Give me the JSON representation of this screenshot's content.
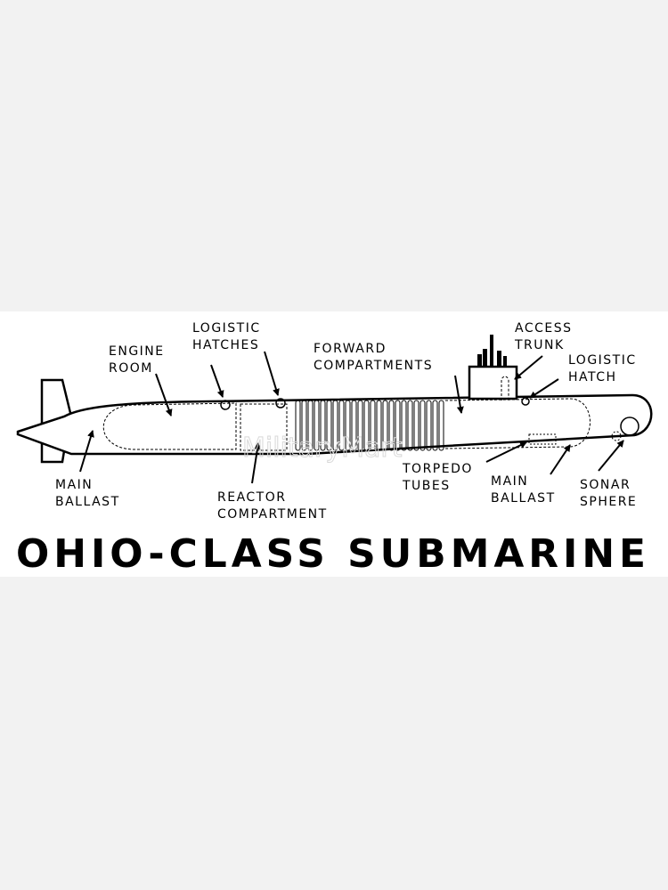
{
  "title": "OHIO-CLASS SUBMARINE",
  "watermark": "MilitaryMart",
  "labels": {
    "engine_room": [
      "ENGINE",
      "ROOM"
    ],
    "logistic_hatches": [
      "LOGISTIC",
      "HATCHES"
    ],
    "forward_compartments": [
      "FORWARD",
      "COMPARTMENTS"
    ],
    "access_trunk": [
      "ACCESS",
      "TRUNK"
    ],
    "logistic_hatch": [
      "LOGISTIC",
      "HATCH"
    ],
    "main_ballast_aft": [
      "MAIN",
      "BALLAST"
    ],
    "reactor_compartment": [
      "REACTOR",
      "COMPARTMENT"
    ],
    "torpedo_tubes": [
      "TORPEDO",
      "TUBES"
    ],
    "main_ballast_fwd": [
      "MAIN",
      "BALLAST"
    ],
    "sonar_sphere": [
      "SONAR",
      "SPHERE"
    ]
  },
  "colors": {
    "ink": "#000000",
    "panel": "#ffffff",
    "background": "#f2f2f2"
  }
}
